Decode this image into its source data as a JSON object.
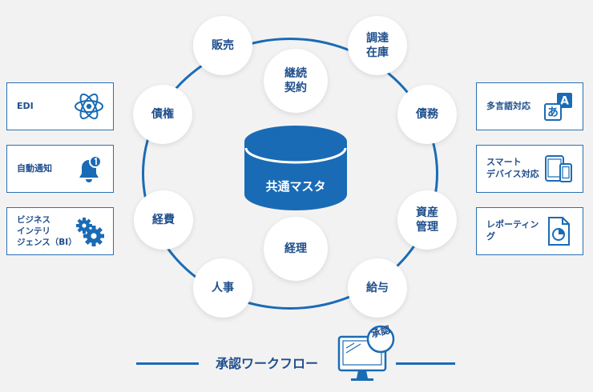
{
  "center": {
    "label": "共通マスタ"
  },
  "ring_nodes": [
    {
      "id": "sales",
      "label": "販売"
    },
    {
      "id": "procurement",
      "label": "調達\n在庫"
    },
    {
      "id": "receivables",
      "label": "債権"
    },
    {
      "id": "payables",
      "label": "債務"
    },
    {
      "id": "costs",
      "label": "経費"
    },
    {
      "id": "assets",
      "label": "資産\n管理"
    },
    {
      "id": "hr",
      "label": "人事"
    },
    {
      "id": "payroll",
      "label": "給与"
    }
  ],
  "inner_nodes": [
    {
      "id": "contracts",
      "label": "継続\n契約"
    },
    {
      "id": "accounting",
      "label": "経理"
    }
  ],
  "left_boxes": [
    {
      "id": "edi",
      "label": "EDI",
      "icon": "atom-icon"
    },
    {
      "id": "notification",
      "label": "自動通知",
      "icon": "bell-icon"
    },
    {
      "id": "bi",
      "label": "ビジネス\nインテリ\nジェンス（BI）",
      "icon": "gears-icon"
    }
  ],
  "right_boxes": [
    {
      "id": "multilang",
      "label": "多言語対応",
      "icon": "translate-icon"
    },
    {
      "id": "smartdevice",
      "label": "スマート\nデバイス対応",
      "icon": "devices-icon"
    },
    {
      "id": "reporting",
      "label": "レポーティング",
      "icon": "report-icon"
    }
  ],
  "workflow": {
    "label": "承認ワークフロー",
    "stamp": "承認",
    "icon": "monitor-approval-icon"
  },
  "colors": {
    "primary": "#1a6bb5",
    "text": "#1f4e8c",
    "background": "#f2f2f2"
  }
}
